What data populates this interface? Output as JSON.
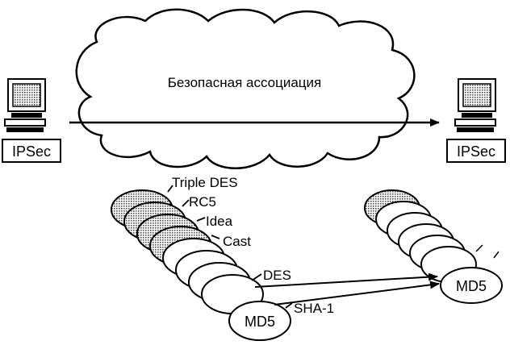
{
  "diagram": {
    "cloud_label": "Безопасная ассоциация",
    "left_host": {
      "label": "IPSec"
    },
    "right_host": {
      "label": "IPSec"
    },
    "left_stack": {
      "labels": [
        "Triple DES",
        "RC5",
        "Idea",
        "Cast",
        "DES",
        "SHA-1"
      ],
      "front_label": "MD5"
    },
    "right_stack": {
      "front_label": "MD5"
    },
    "colors": {
      "stroke": "#000000",
      "fill": "#ffffff",
      "shaded": "#b8b8b8"
    }
  }
}
